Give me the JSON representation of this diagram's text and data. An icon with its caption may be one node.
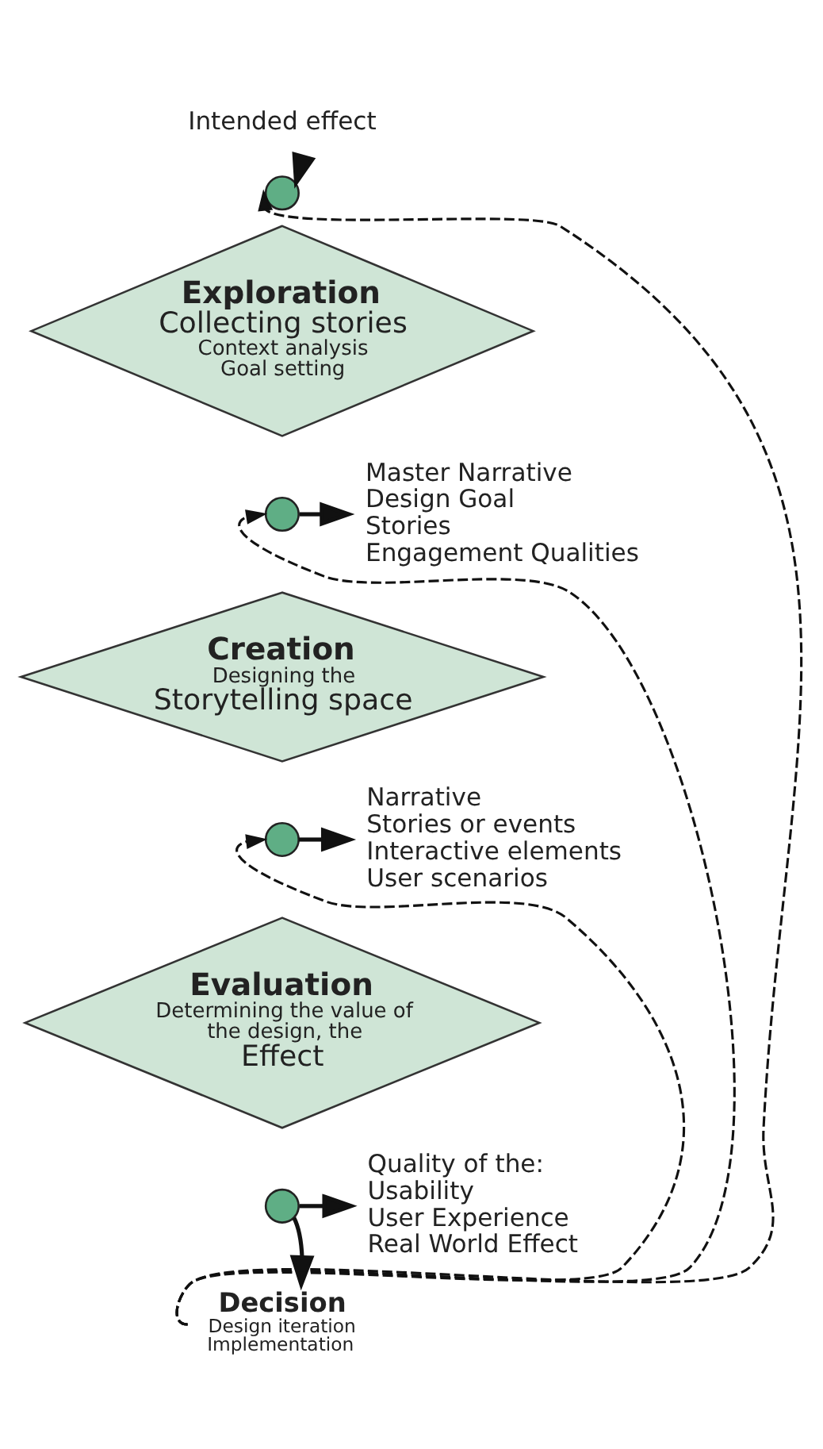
{
  "diagram": {
    "nodes": [
      {
        "text": [
          "Intended effect"
        ]
      },
      {
        "text": [],
        "shape": "circle"
      },
      {
        "text": [
          "Exploration",
          "Collecting stories",
          "Context analysis Goal setting"
        ]
      },
      {
        "text": [],
        "shape": "circle"
      },
      {
        "text": [
          "Master Narrative Design Goal Stories Engagement Qualities"
        ]
      },
      {
        "text": [
          "Creation",
          "Designing the",
          "Storytelling space"
        ]
      },
      {
        "text": [],
        "shape": "circle"
      },
      {
        "text": [
          "Narrative Stories or events Interactive elements User scenarios"
        ]
      },
      {
        "text": [
          "Evaluation",
          "Determining the value of the design, the",
          "Effect"
        ]
      },
      {
        "text": [],
        "shape": "circle"
      },
      {
        "text": [
          "Quality of the: Usability User Experience Real World Effect"
        ]
      },
      {
        "text": [
          "Decision",
          "Design iteration Implementation"
        ]
      }
    ],
    "edges": [
      {
        "from": 0,
        "to": 1,
        "arrow": "to"
      },
      {
        "from": 3,
        "to": 4,
        "arrow": "to"
      },
      {
        "from": 6,
        "to": 7,
        "arrow": "to"
      },
      {
        "from": 9,
        "to": 10,
        "arrow": "to"
      },
      {
        "from": 9,
        "to": 11,
        "arrow": "to"
      },
      {
        "from": 11,
        "to": 1,
        "arrow": "to",
        "style": "dashed"
      },
      {
        "from": 11,
        "to": 3,
        "arrow": "to",
        "style": "dashed"
      },
      {
        "from": 11,
        "to": 6,
        "arrow": "to",
        "style": "dashed"
      }
    ]
  }
}
